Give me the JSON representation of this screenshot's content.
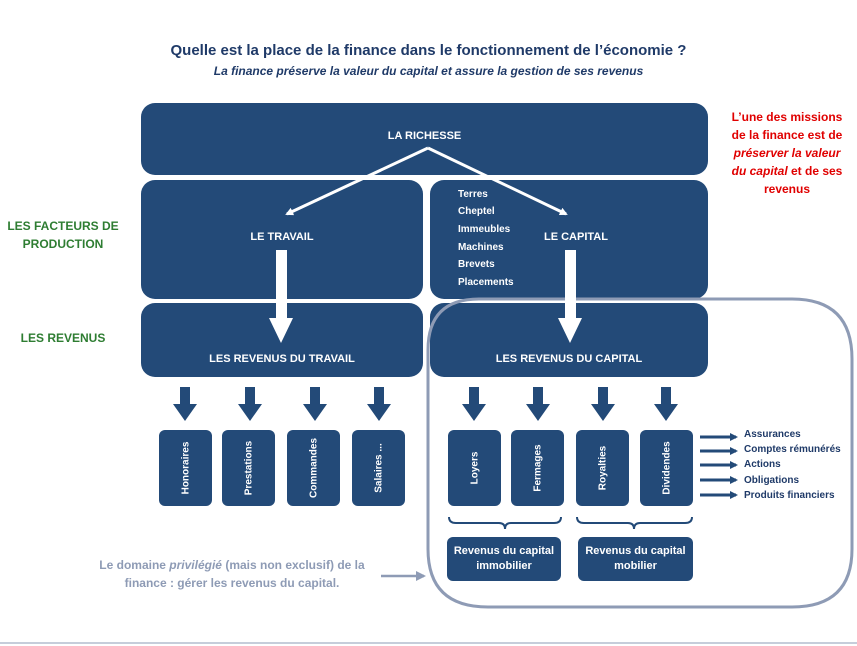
{
  "header": {
    "title": "Quelle est la place de la finance dans le fonctionnement de l’économie ?",
    "subtitle": "La finance préserve la valeur du capital et assure la gestion de ses revenus"
  },
  "left_labels": {
    "facteurs_line1": "LES FACTEURS DE",
    "facteurs_line2": "PRODUCTION",
    "revenus": "LES REVENUS"
  },
  "boxes": {
    "richesse": "LA RICHESSE",
    "travail": "LE TRAVAIL",
    "capital": "LE CAPITAL",
    "revenus_travail": "LES REVENUS DU TRAVAIL",
    "revenus_capital": "LES REVENUS DU CAPITAL"
  },
  "capital_items": [
    "Terres",
    "Cheptel",
    "Immeubles",
    "Machines",
    "Brevets",
    "Placements"
  ],
  "travail_categories": [
    "Honoraires",
    "Prestations",
    "Commandes",
    "Salaires ..."
  ],
  "capital_categories": [
    "Loyers",
    "Fermages",
    "Royalties",
    "Dividendes"
  ],
  "financial_products": [
    "Assurances",
    "Comptes rémunérés",
    "Actions",
    "Obligations",
    "Produits financiers"
  ],
  "sub_boxes": {
    "immobilier_line1": "Revenus du capital",
    "immobilier_line2": "immobilier",
    "mobilier_line1": "Revenus du capital",
    "mobilier_line2": "mobilier"
  },
  "red_note": {
    "line1": "L’une des missions",
    "line2": "de la finance est de",
    "line3_italic": "préserver la valeur",
    "line4_italic": "du capital",
    "line4_rest": " et de ses",
    "line5": "revenus"
  },
  "domain_note": {
    "part1": "Le domaine ",
    "italic": "privilégié",
    "part2": " (mais non exclusif) de la",
    "line2": "finance : gérer les revenus du capital."
  },
  "colors": {
    "box": "#234a78",
    "title": "#1f3a68",
    "green": "#2e7d32",
    "red": "#e00000",
    "outline": "#8e9bb5"
  }
}
